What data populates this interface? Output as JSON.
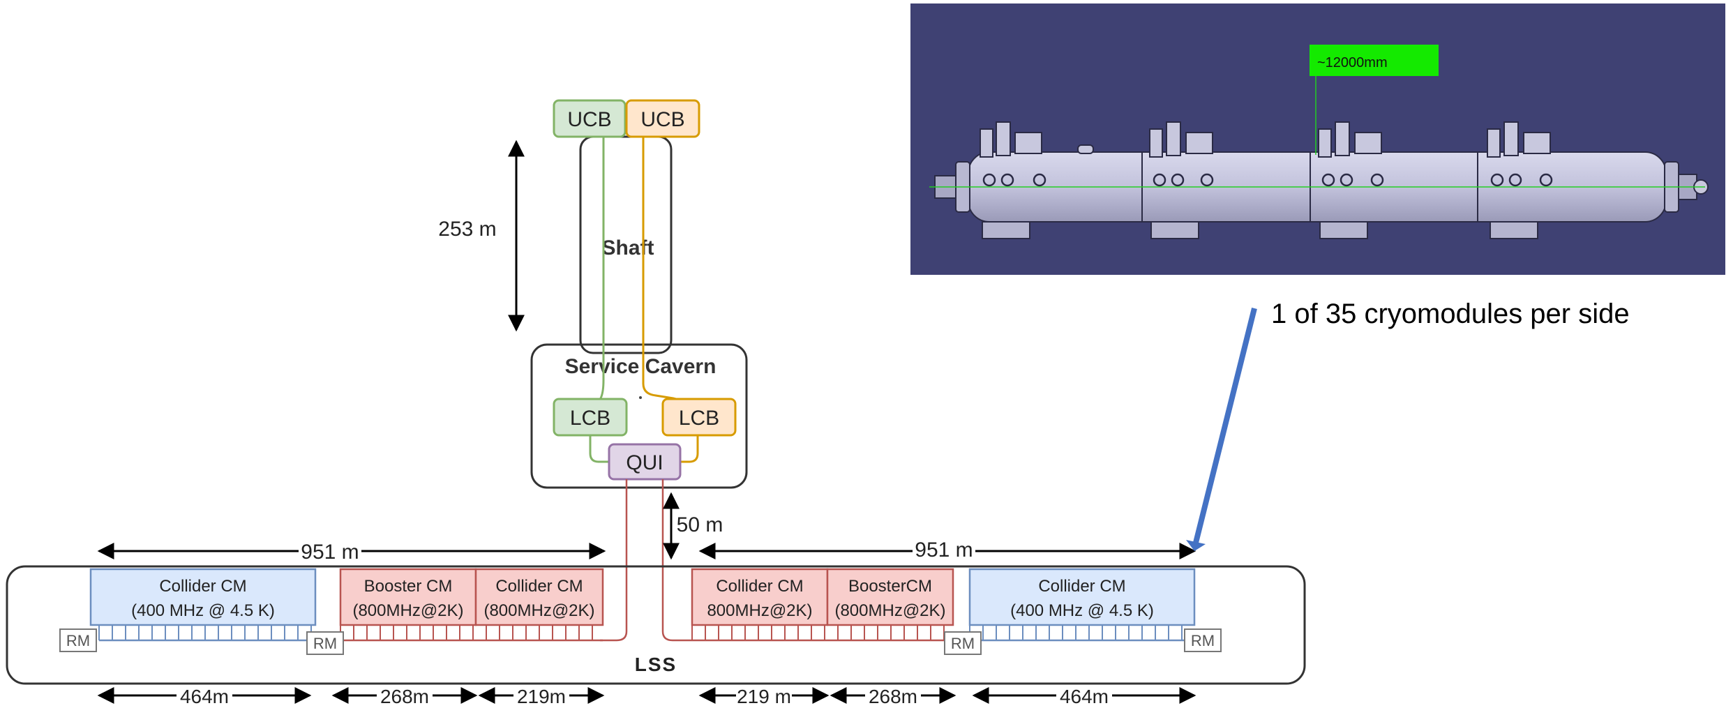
{
  "ucb_left": "UCB",
  "ucb_right": "UCB",
  "shaft": "Shaft",
  "shaft_depth": "253 m",
  "cavern": {
    "title": "Service Cavern",
    "lcb_left": "LCB",
    "lcb_right": "LCB",
    "qui": "QUI"
  },
  "vertical_distance": "50 m",
  "left_span": "951 m",
  "right_span": "951 m",
  "lss": "LSS",
  "modules": [
    {
      "line1": "Collider CM",
      "line2": "(400 MHz @ 4.5 K)"
    },
    {
      "line1": "Booster CM",
      "line2": "(800MHz@2K)"
    },
    {
      "line1": "Collider CM",
      "line2": "(800MHz@2K)"
    },
    {
      "line1": "Collider CM",
      "line2": "800MHz@2K)"
    },
    {
      "line1": "BoosterCM",
      "line2": "(800MHz@2K)"
    },
    {
      "line1": "Collider CM",
      "line2": "(400 MHz @ 4.5 K)"
    }
  ],
  "rm_label": "RM",
  "segments": [
    "464m",
    "268m",
    "219m",
    "219 m",
    "268m",
    "464m"
  ],
  "cad": {
    "dimension": "~12000mm"
  },
  "caption": "1 of 35 cryomodules per side",
  "colors": {
    "green_fill": "#d5e8d4",
    "green_stroke": "#82b366",
    "orange_fill": "#ffe6cc",
    "orange_stroke": "#d79b00",
    "purple_fill": "#e1d5e7",
    "purple_stroke": "#9673a6",
    "blue_fill": "#dae8fc",
    "blue_stroke": "#6c8ebf",
    "red_fill": "#f8cecc",
    "red_stroke": "#b85450",
    "cad_bg": "#3f4173",
    "arrow_blue": "#4472c4"
  }
}
